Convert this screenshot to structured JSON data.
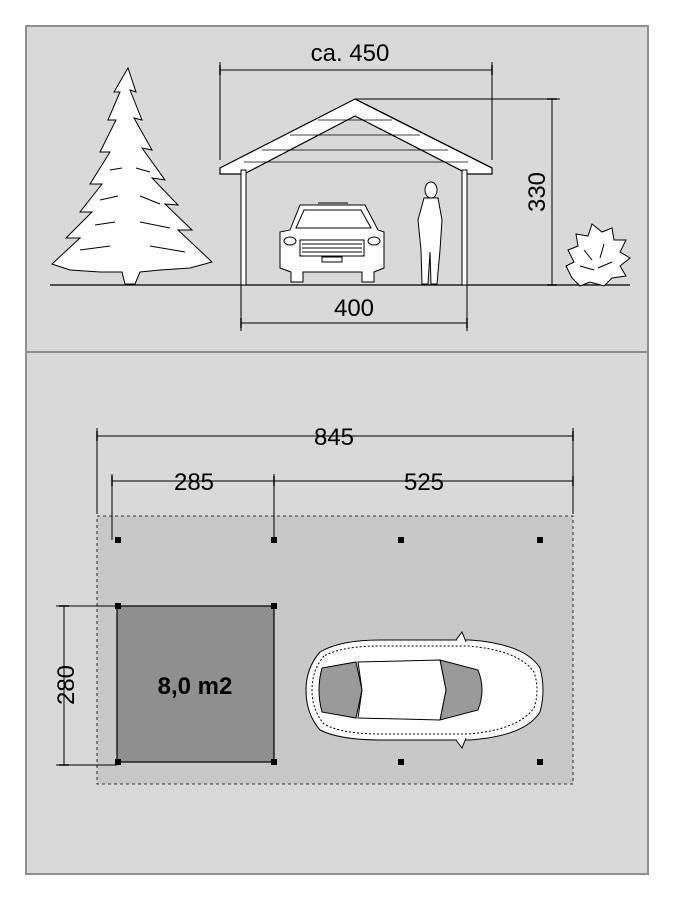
{
  "elevation": {
    "roof_width_label": "ca. 450",
    "height_label": "330",
    "post_span_label": "400"
  },
  "plan": {
    "total_length_label": "845",
    "shed_length_label": "285",
    "carport_length_label": "525",
    "width_label": "280",
    "shed_area_label": "8,0 m2"
  },
  "colors": {
    "panel_fill": "#d9d9d9",
    "panel_border": "#8f8f8f",
    "footprint_fill": "#c8c8c8",
    "shed_fill": "#8f8f8f",
    "line": "#000000",
    "figure_fill": "#ffffff",
    "car_glass": "#9a9a9a"
  },
  "icons": [
    "tree-icon",
    "car-front-icon",
    "person-icon",
    "shrub-icon",
    "car-top-icon"
  ]
}
